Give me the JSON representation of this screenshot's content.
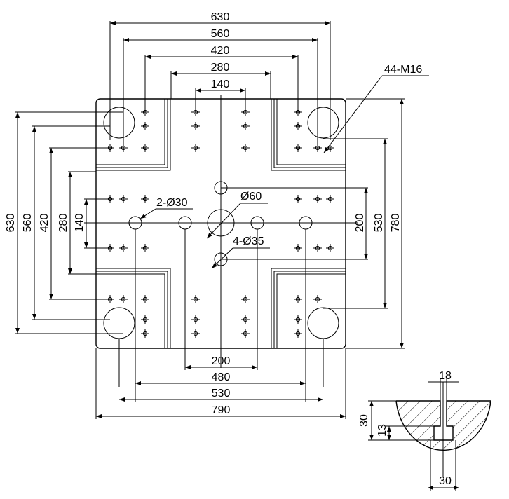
{
  "horizontal_dims": [
    "630",
    "560",
    "420",
    "280",
    "140"
  ],
  "vertical_dims_left": [
    "630",
    "560",
    "420",
    "280",
    "140"
  ],
  "vertical_dims_right": [
    "200",
    "530",
    "780"
  ],
  "bottom_dims": [
    "200",
    "480",
    "530",
    "790"
  ],
  "callouts": {
    "tapped_holes": "44-M16",
    "two_holes": "2-Ø30",
    "center_hole": "Ø60",
    "four_holes": "4-Ø35"
  },
  "detail_dims": {
    "width_top": "18",
    "depth_total": "30",
    "depth_slot": "13",
    "width_bottom": "30"
  }
}
